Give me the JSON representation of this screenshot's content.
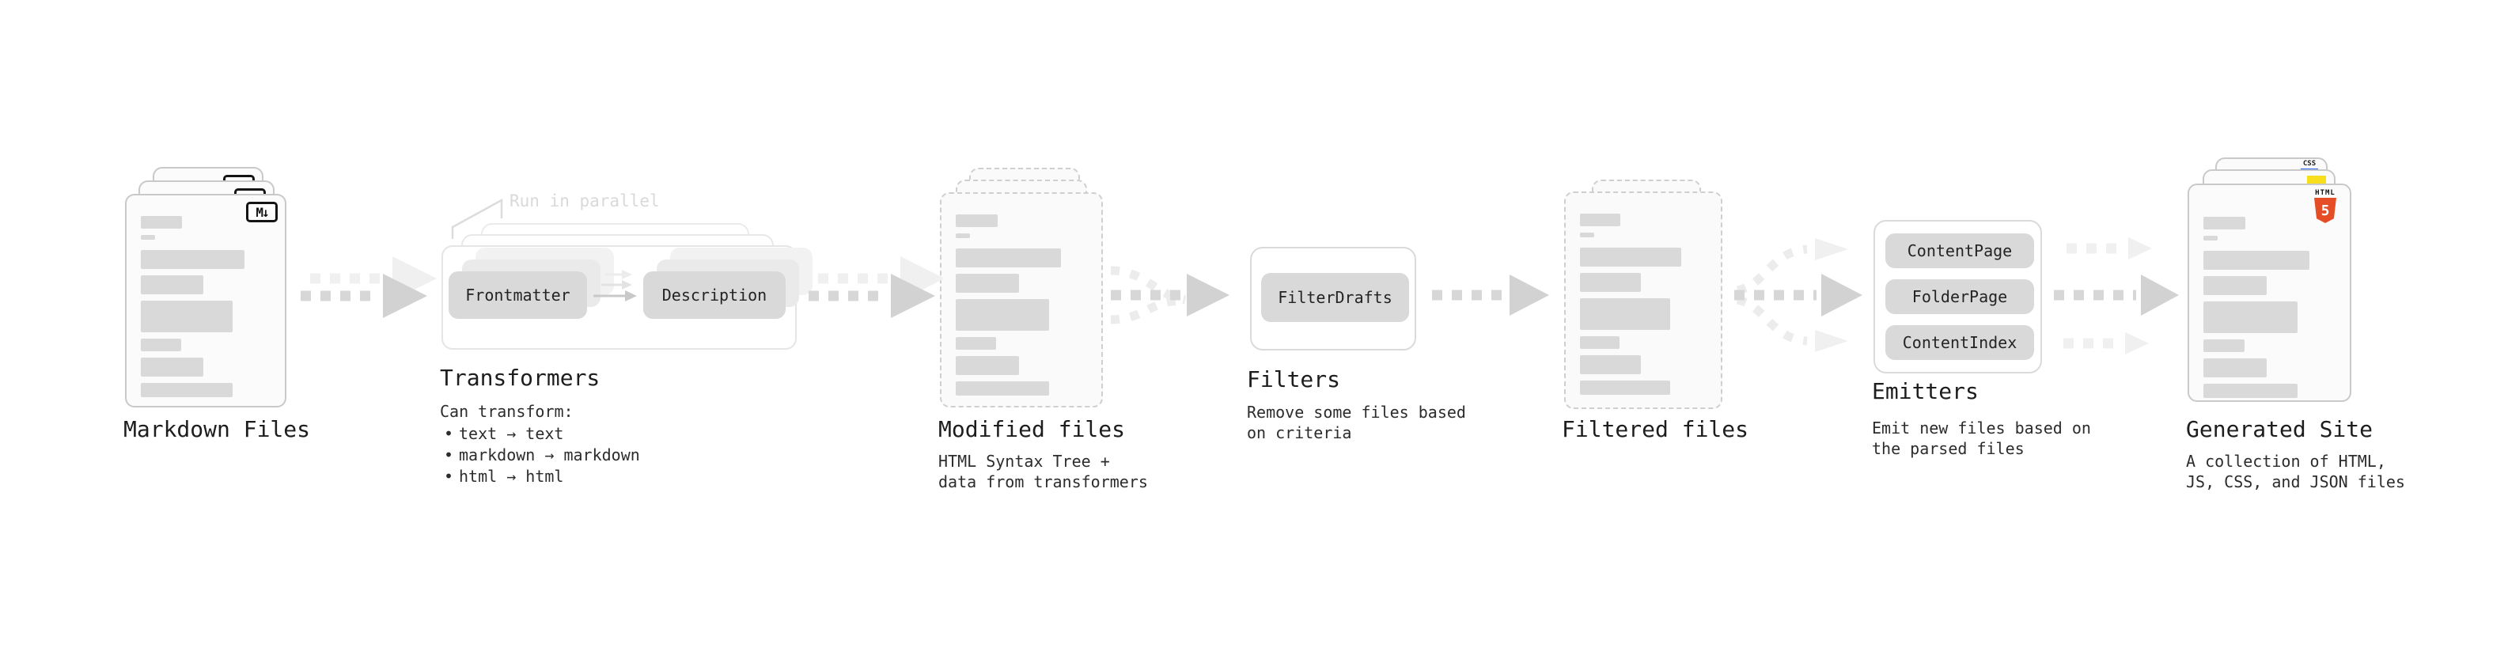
{
  "diagram": {
    "markdown_files": {
      "title": "Markdown Files",
      "badge": "M↓"
    },
    "transformers": {
      "callout": "Run in parallel",
      "steps": [
        "Frontmatter",
        "Description"
      ],
      "title": "Transformers",
      "caption_heading": "Can transform:",
      "bullets": [
        "text → text",
        "markdown → markdown",
        "html → html"
      ]
    },
    "modified_files": {
      "title": "Modified files",
      "caption": "HTML Syntax Tree +\ndata from transformers"
    },
    "filters": {
      "button": "FilterDrafts",
      "title": "Filters",
      "caption": "Remove some files based\non criteria"
    },
    "filtered_files": {
      "title": "Filtered files"
    },
    "emitters": {
      "buttons": [
        "ContentPage",
        "FolderPage",
        "ContentIndex"
      ],
      "title": "Emitters",
      "caption": "Emit new files based on\nthe parsed files"
    },
    "generated_site": {
      "title": "Generated Site",
      "caption": "A collection of HTML,\nJS, CSS, and JSON files",
      "badges": {
        "css": "CSS",
        "html_label": "HTML",
        "html_digit": "5"
      }
    }
  },
  "colors": {
    "html5_orange": "#e44d26",
    "js_yellow": "#f7df1e",
    "css_blue": "#2965f1",
    "bar_gray": "#d9d9d9",
    "arrow_gray": "#d7d7d7",
    "arrow_light": "#f0f0f0"
  }
}
